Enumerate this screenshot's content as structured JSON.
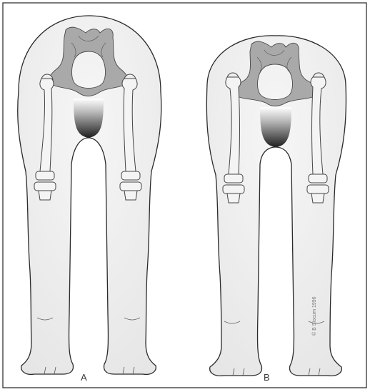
{
  "figure": {
    "panel_a_label": "A",
    "panel_b_label": "B",
    "credit": "© B Slocum 1996"
  }
}
